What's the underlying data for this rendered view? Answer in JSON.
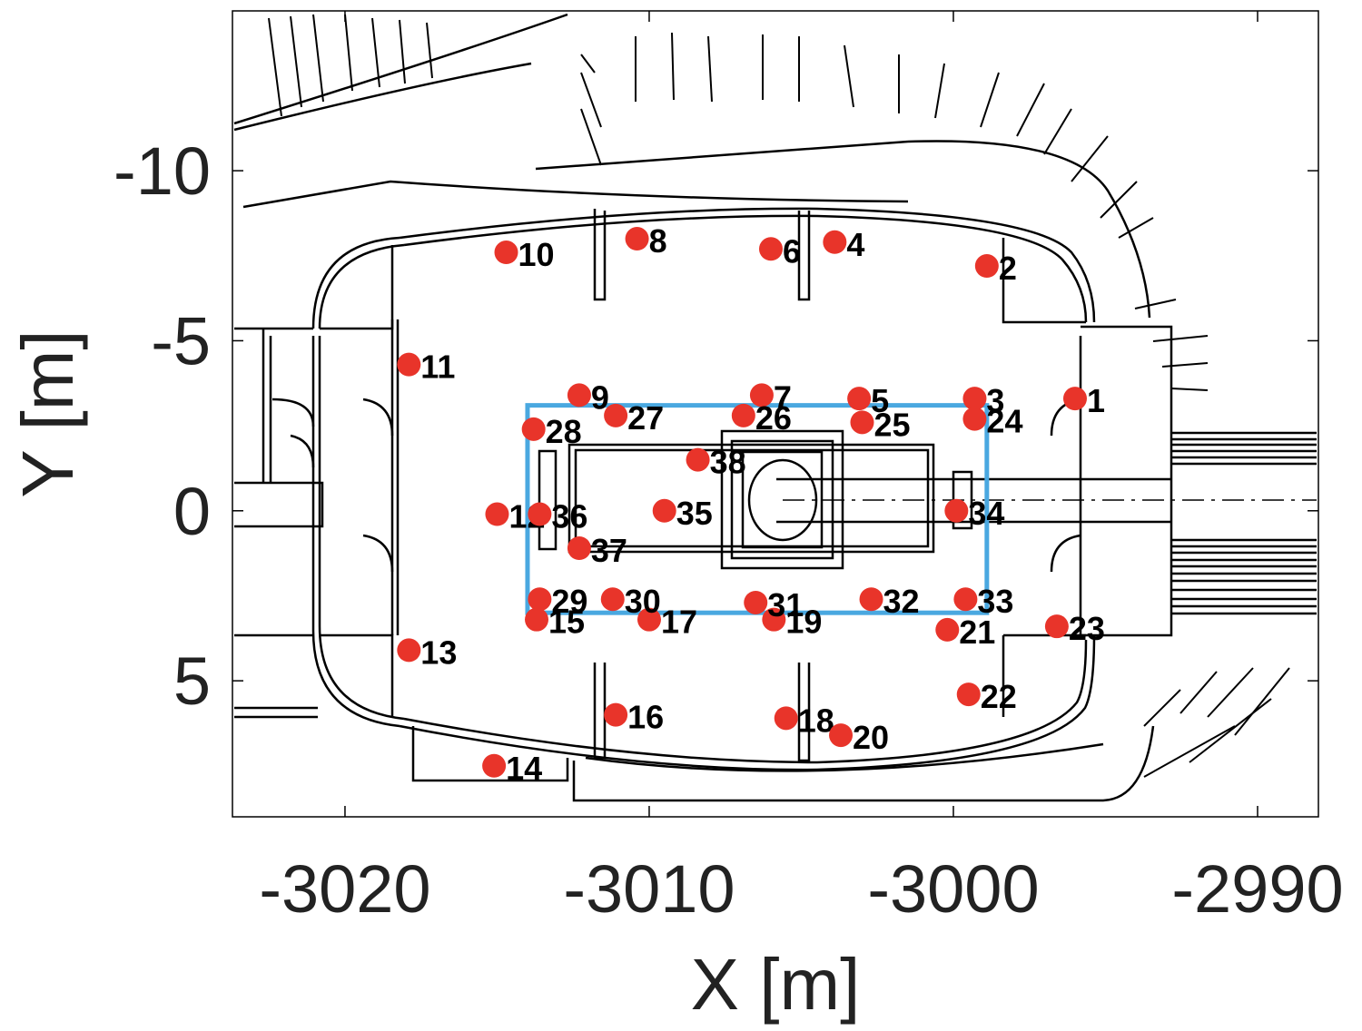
{
  "chart_data": {
    "type": "scatter",
    "xlabel": "X [m]",
    "ylabel": "Y [m]",
    "xlim": [
      -3023.7,
      -2988.0
    ],
    "ylim": [
      -14.7,
      9.0
    ],
    "y_reversed": true,
    "x_ticks": [
      -3020,
      -3010,
      -3000,
      -2990
    ],
    "y_ticks": [
      -10,
      -5,
      0,
      5
    ],
    "x_tick_labels": [
      "-3020",
      "-3010",
      "-3000",
      "-2990"
    ],
    "y_tick_labels": [
      "-10",
      "-5",
      "0",
      "5"
    ],
    "grid": false,
    "marker_color": "#e8342a",
    "box_color": "#4aa8e0",
    "points": [
      {
        "label": "1",
        "x": -2996.0,
        "y": -3.3
      },
      {
        "label": "2",
        "x": -2998.9,
        "y": -7.2
      },
      {
        "label": "3",
        "x": -2999.3,
        "y": -3.3
      },
      {
        "label": "4",
        "x": -3003.9,
        "y": -7.9
      },
      {
        "label": "5",
        "x": -3003.1,
        "y": -3.3
      },
      {
        "label": "6",
        "x": -3006.0,
        "y": -7.7
      },
      {
        "label": "7",
        "x": -3006.3,
        "y": -3.4
      },
      {
        "label": "8",
        "x": -3010.4,
        "y": -8.0
      },
      {
        "label": "9",
        "x": -3012.3,
        "y": -3.4
      },
      {
        "label": "10",
        "x": -3014.7,
        "y": -7.6
      },
      {
        "label": "11",
        "x": -3017.9,
        "y": -4.3
      },
      {
        "label": "12",
        "x": -3015.0,
        "y": 0.1
      },
      {
        "label": "13",
        "x": -3017.9,
        "y": 4.1
      },
      {
        "label": "14",
        "x": -3015.1,
        "y": 7.5
      },
      {
        "label": "15",
        "x": -3013.7,
        "y": 3.2
      },
      {
        "label": "16",
        "x": -3011.1,
        "y": 6.0
      },
      {
        "label": "17",
        "x": -3010.0,
        "y": 3.2
      },
      {
        "label": "18",
        "x": -3005.5,
        "y": 6.1
      },
      {
        "label": "19",
        "x": -3005.9,
        "y": 3.2
      },
      {
        "label": "20",
        "x": -3003.7,
        "y": 6.6
      },
      {
        "label": "21",
        "x": -3000.2,
        "y": 3.5
      },
      {
        "label": "22",
        "x": -2999.5,
        "y": 5.4
      },
      {
        "label": "23",
        "x": -2996.6,
        "y": 3.4
      },
      {
        "label": "24",
        "x": -2999.3,
        "y": -2.7
      },
      {
        "label": "25",
        "x": -3003.0,
        "y": -2.6
      },
      {
        "label": "26",
        "x": -3006.9,
        "y": -2.8
      },
      {
        "label": "27",
        "x": -3011.1,
        "y": -2.8
      },
      {
        "label": "28",
        "x": -3013.8,
        "y": -2.4
      },
      {
        "label": "29",
        "x": -3013.6,
        "y": 2.6
      },
      {
        "label": "30",
        "x": -3011.2,
        "y": 2.6
      },
      {
        "label": "31",
        "x": -3006.5,
        "y": 2.7
      },
      {
        "label": "32",
        "x": -3002.7,
        "y": 2.6
      },
      {
        "label": "33",
        "x": -2999.6,
        "y": 2.6
      },
      {
        "label": "34",
        "x": -2999.9,
        "y": 0.0
      },
      {
        "label": "35",
        "x": -3009.5,
        "y": 0.0
      },
      {
        "label": "36",
        "x": -3013.6,
        "y": 0.1
      },
      {
        "label": "37",
        "x": -3012.3,
        "y": 1.1
      },
      {
        "label": "38",
        "x": -3008.4,
        "y": -1.5
      }
    ],
    "box": {
      "x_range": [
        -3014.0,
        -2998.9
      ],
      "y_range": [
        -3.1,
        3.0
      ]
    }
  }
}
